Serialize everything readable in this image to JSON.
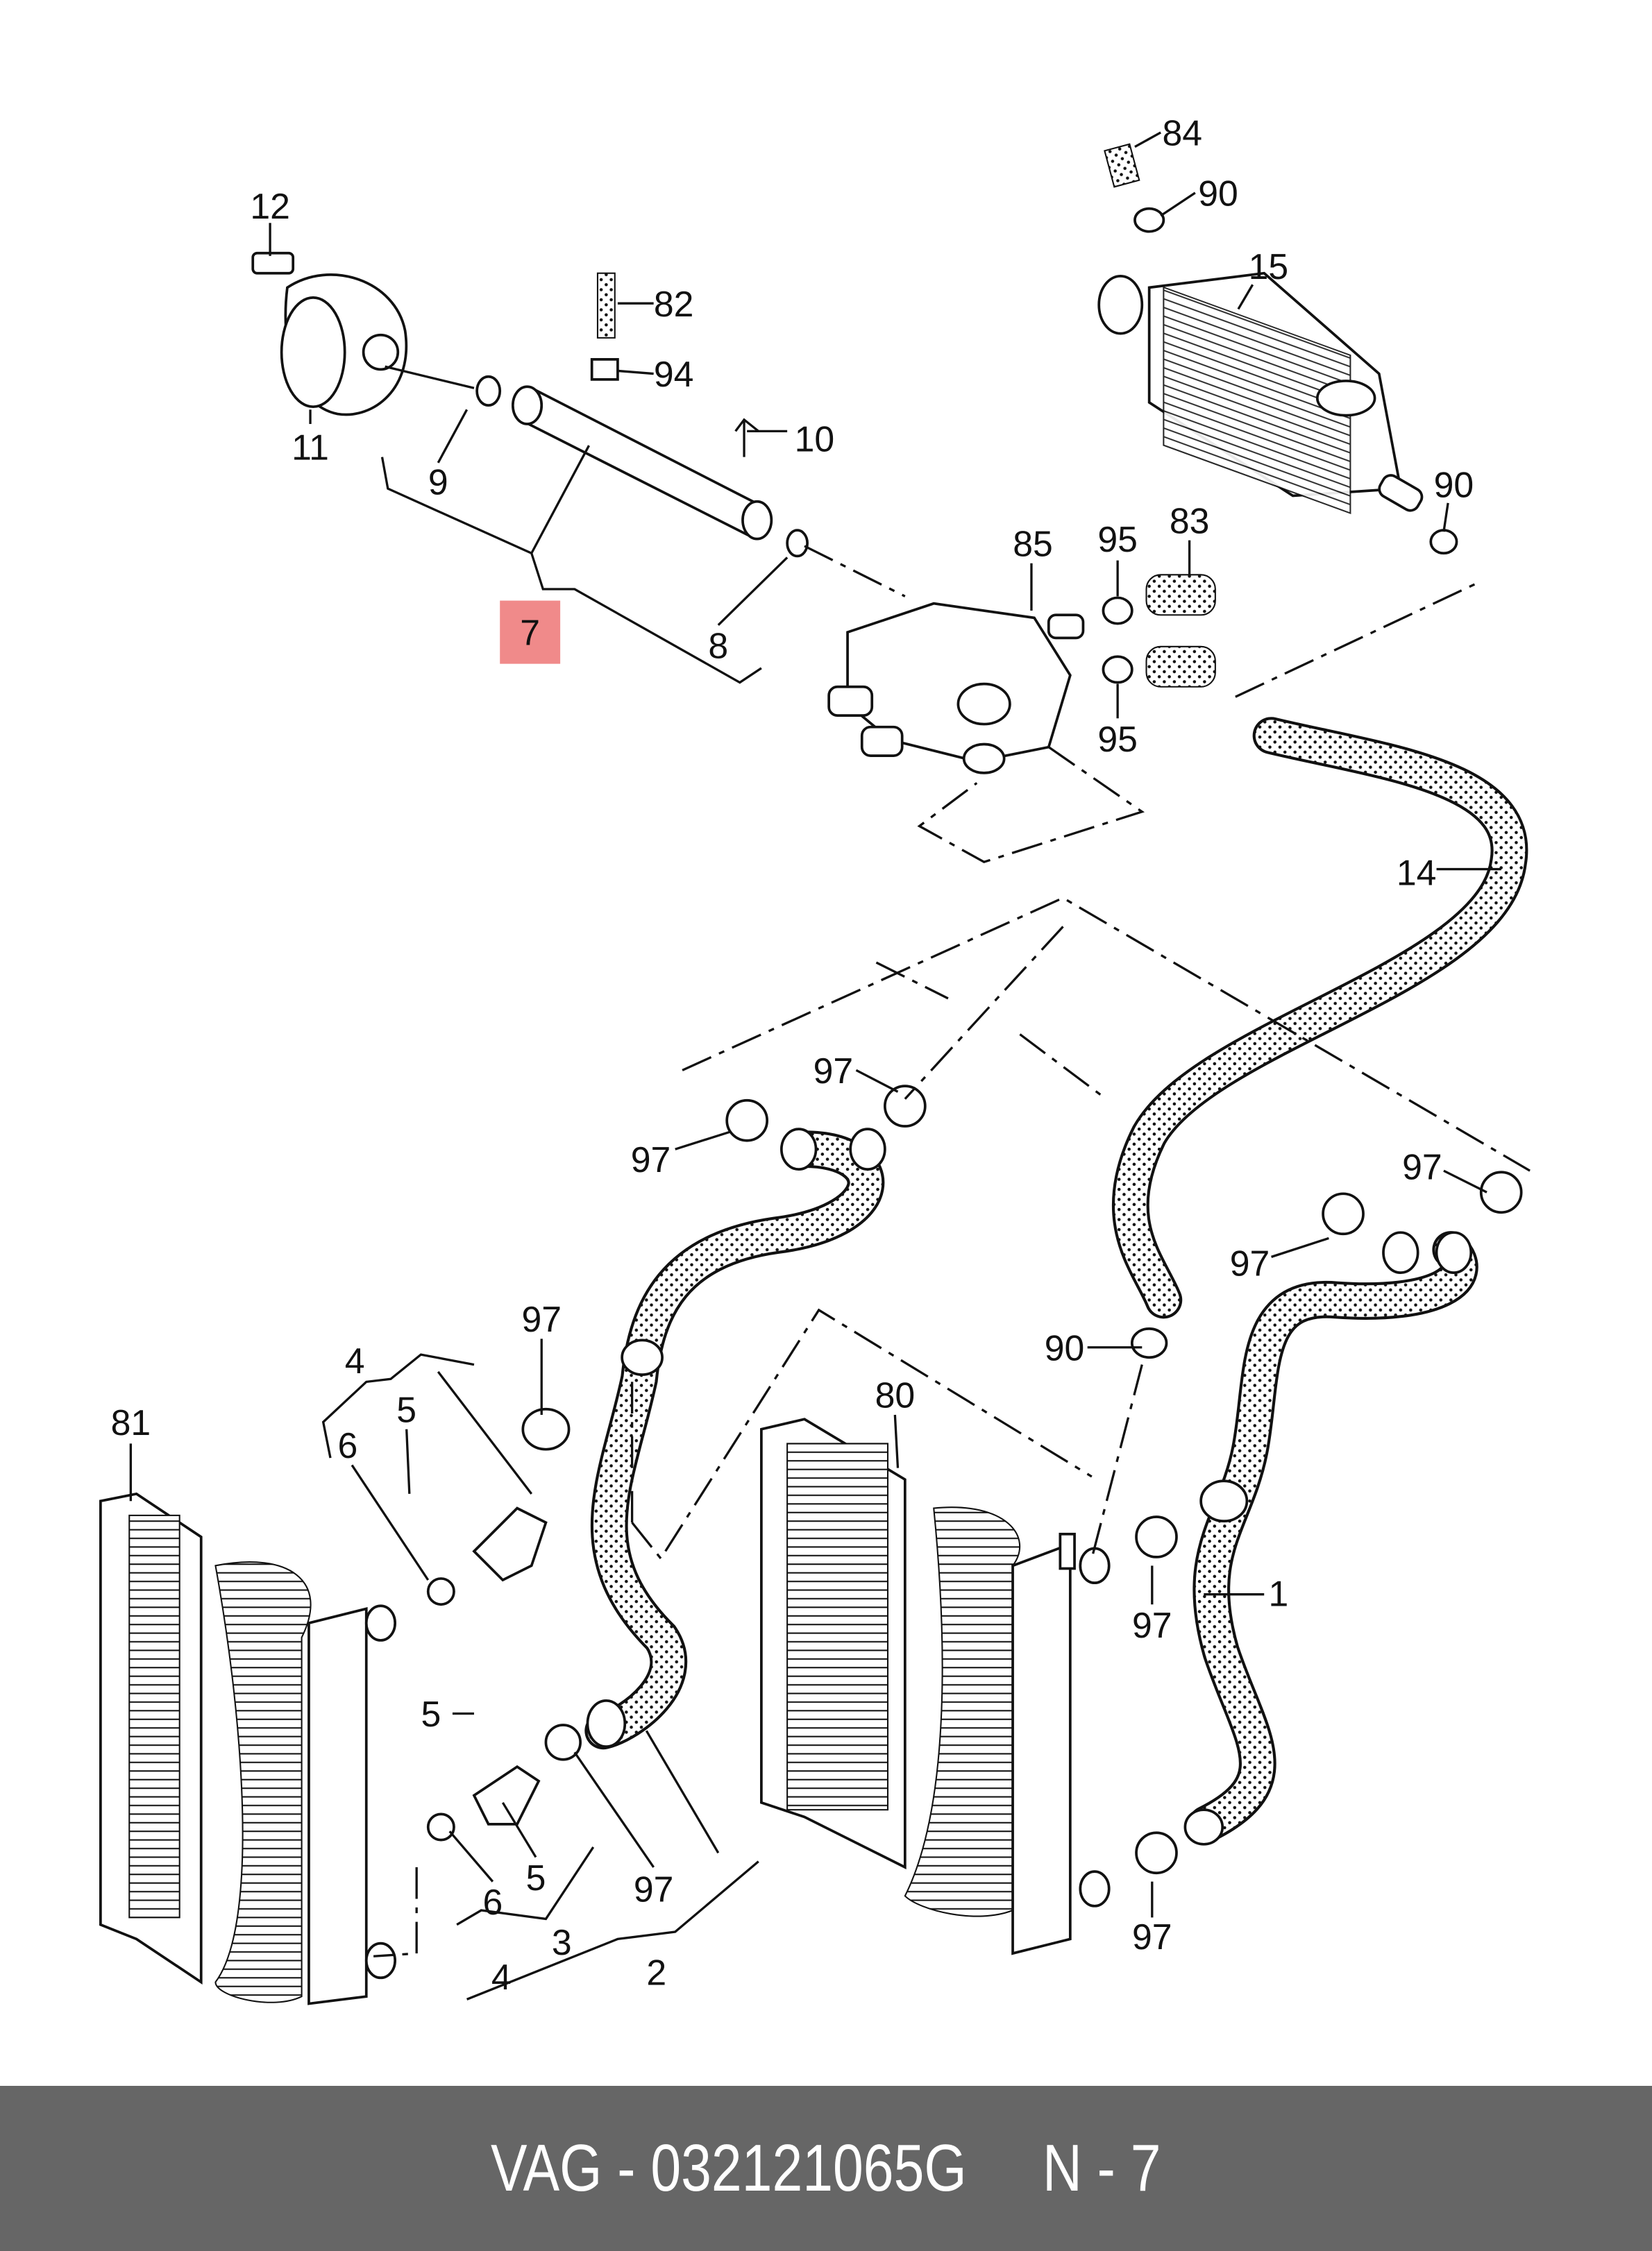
{
  "diagram": {
    "callouts": [
      "12",
      "82",
      "94",
      "10",
      "11",
      "9",
      "7",
      "8",
      "84",
      "90",
      "15",
      "90",
      "85",
      "95",
      "83",
      "95",
      "14",
      "97",
      "97",
      "97",
      "97",
      "97",
      "90",
      "4",
      "80",
      "81",
      "5",
      "6",
      "1",
      "97",
      "5",
      "5",
      "97",
      "6",
      "3",
      "97",
      "4",
      "2"
    ],
    "highlighted_callout": "7",
    "highlight_color": "#f08a8a"
  },
  "footer": {
    "brand": "VAG",
    "part_number": "032121065G",
    "position_label": "N - 7",
    "text": "VAG - 032121065G     N - 7",
    "background": "#666666"
  }
}
